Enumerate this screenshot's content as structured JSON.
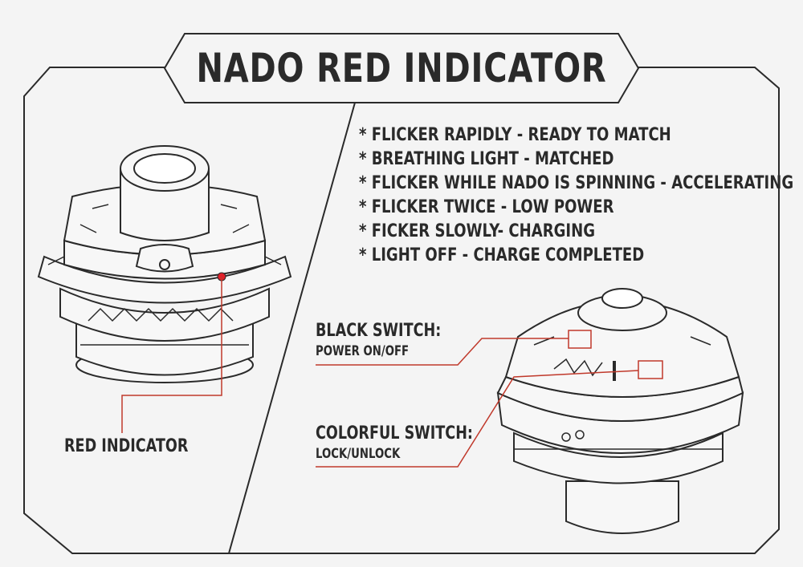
{
  "title": "NADO RED INDICATOR",
  "features": [
    "* FLICKER RAPIDLY - READY TO MATCH",
    "* BREATHING LIGHT - MATCHED",
    "* FLICKER WHILE NADO IS SPINNING - ACCELERATING",
    "* FLICKER TWICE - LOW POWER",
    "* FICKER SLOWLY- CHARGING",
    "* LIGHT OFF - CHARGE COMPLETED"
  ],
  "callouts": {
    "red_indicator": "RED INDICATOR",
    "black_switch": {
      "name": "BLACK SWITCH:",
      "function": "POWER ON/OFF"
    },
    "colorful_switch": {
      "name": "COLORFUL SWITCH:",
      "function": "LOCK/UNLOCK"
    }
  },
  "colors": {
    "background": "#f4f4f4",
    "line": "#2a2a2a",
    "callout": "#c0392b",
    "indicator": "#e0202a"
  }
}
